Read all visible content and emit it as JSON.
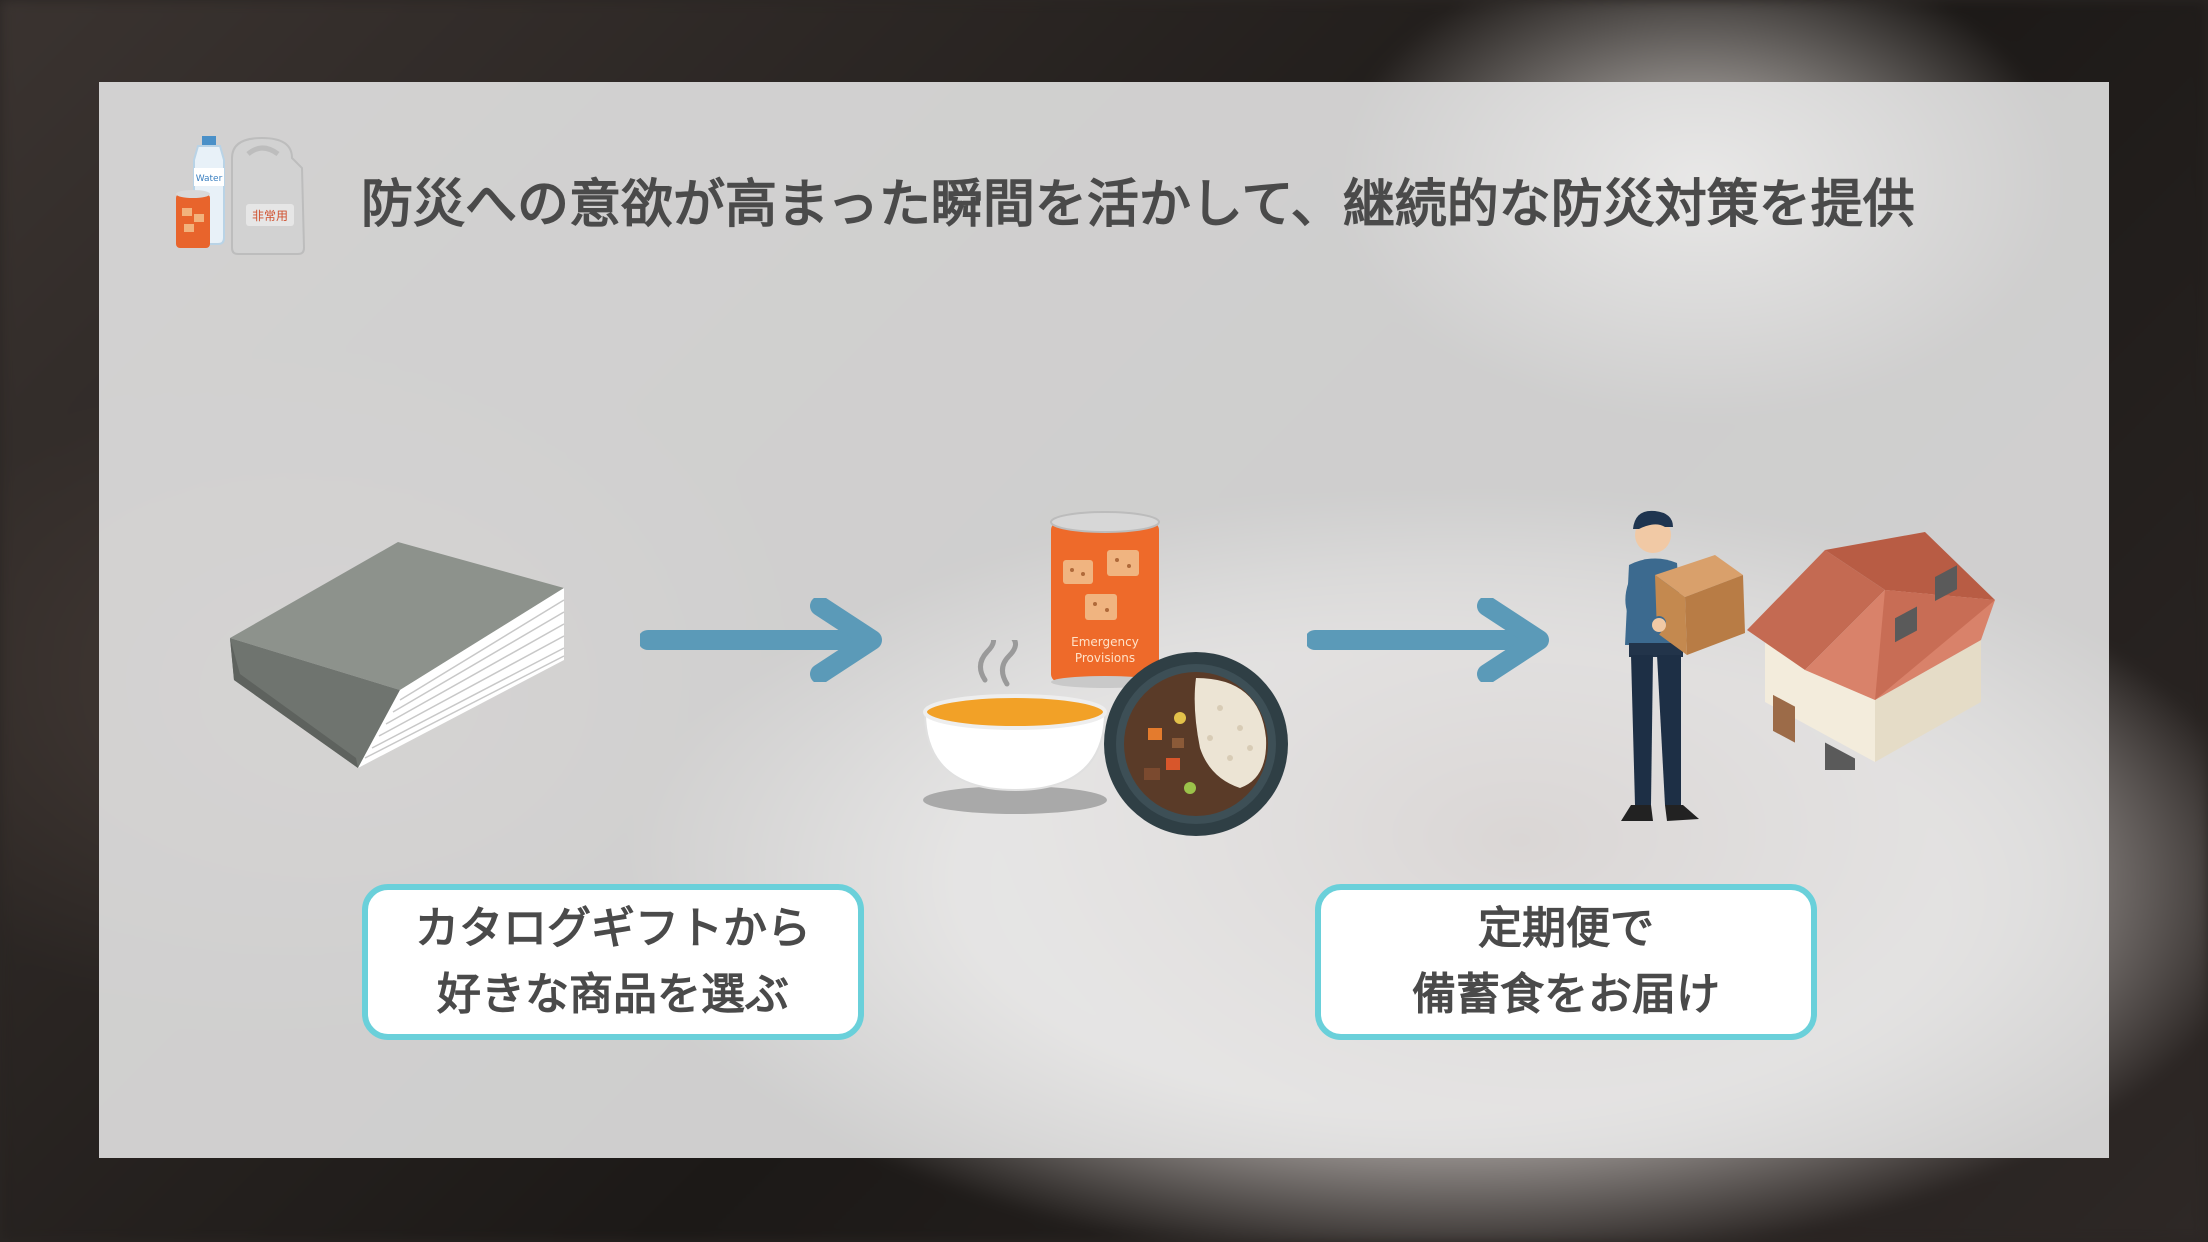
{
  "title": "防災への意欲が高まった瞬間を活かして、継続的な防災対策を提供",
  "steps": [
    {
      "line1": "カタログギフトから",
      "line2": "好きな商品を選ぶ"
    },
    {
      "line1": "定期便で",
      "line2": "備蓄食をお届け"
    }
  ],
  "illustrations": {
    "icon_water_text": "Water",
    "icon_bag_text": "非常用",
    "can_text_1": "Emergency",
    "can_text_2": "Provisions"
  },
  "colors": {
    "accent_border": "#6ad0da",
    "arrow": "#5b9ab8",
    "title_text": "#4a4a4a"
  },
  "icons": [
    "emergency-kit-icon",
    "book-icon",
    "arrow-right-icon",
    "emergency-can-icon",
    "soup-bowl-icon",
    "curry-rice-icon",
    "delivery-person-icon",
    "house-icon"
  ]
}
